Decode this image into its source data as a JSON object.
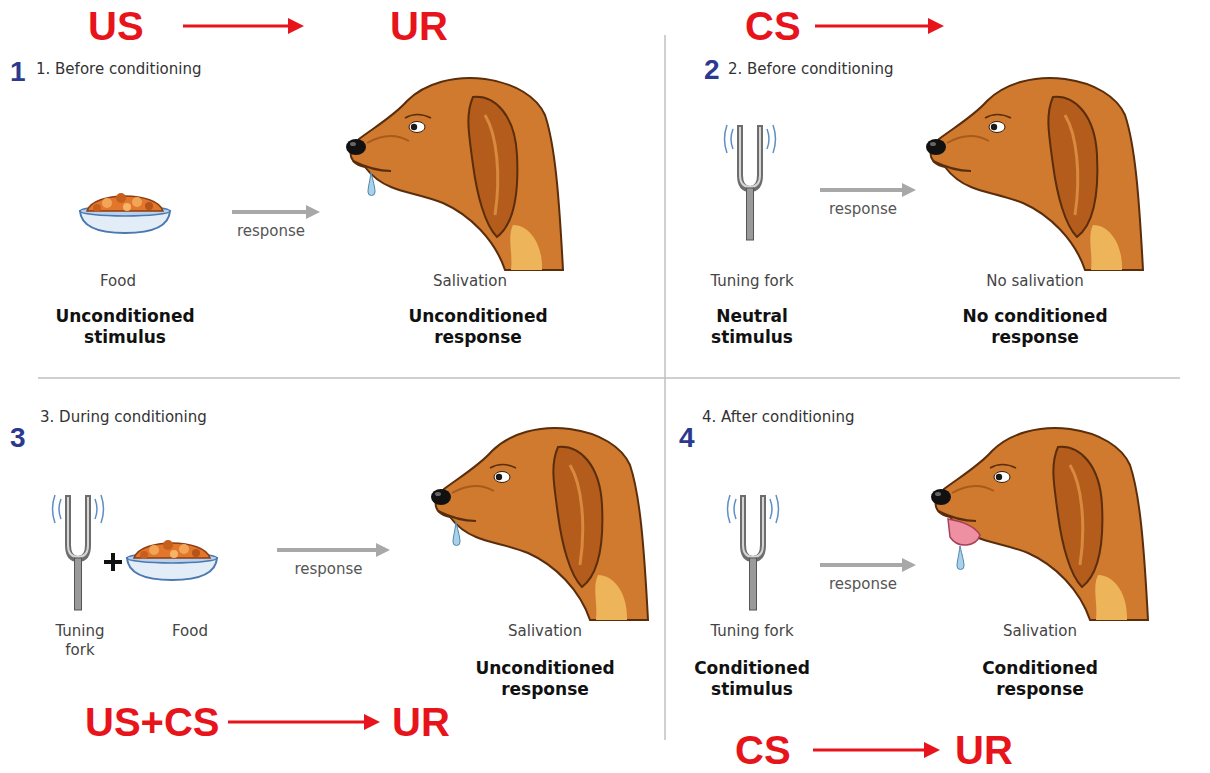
{
  "diagram": {
    "nodes": [
      {
        "text": [
          "Food",
          "Unconditioned stimulus"
        ]
      },
      {
        "text": [
          "Salivation",
          "Unconditioned response"
        ]
      },
      {
        "text": [
          "Tuning fork",
          "Neutral stimulus"
        ]
      },
      {
        "text": [
          "No salivation",
          "No conditioned response"
        ]
      },
      {
        "text": [
          "Tuning fork",
          "Food"
        ]
      },
      {
        "text": [
          "Salivation",
          "Unconditioned response"
        ]
      },
      {
        "text": [
          "Tuning fork",
          "Conditioned stimulus"
        ]
      },
      {
        "text": [
          "Salivation",
          "Conditioned response"
        ]
      }
    ],
    "edges": [
      {
        "from": 0,
        "to": 1,
        "arrow": "to",
        "label": "response"
      },
      {
        "from": 2,
        "to": 3,
        "arrow": "to",
        "label": "response"
      },
      {
        "from": 4,
        "to": 5,
        "arrow": "to",
        "label": "response"
      },
      {
        "from": 6,
        "to": 7,
        "arrow": "to",
        "label": "response"
      }
    ],
    "labels": [
      "US",
      "UR",
      "CS",
      "1",
      "1. Before conditioning",
      "2",
      "2. Before conditioning",
      "3",
      "3. During conditioning",
      "4",
      "4. After conditioning",
      "US+CS",
      "UR",
      "CS",
      "UR"
    ]
  }
}
